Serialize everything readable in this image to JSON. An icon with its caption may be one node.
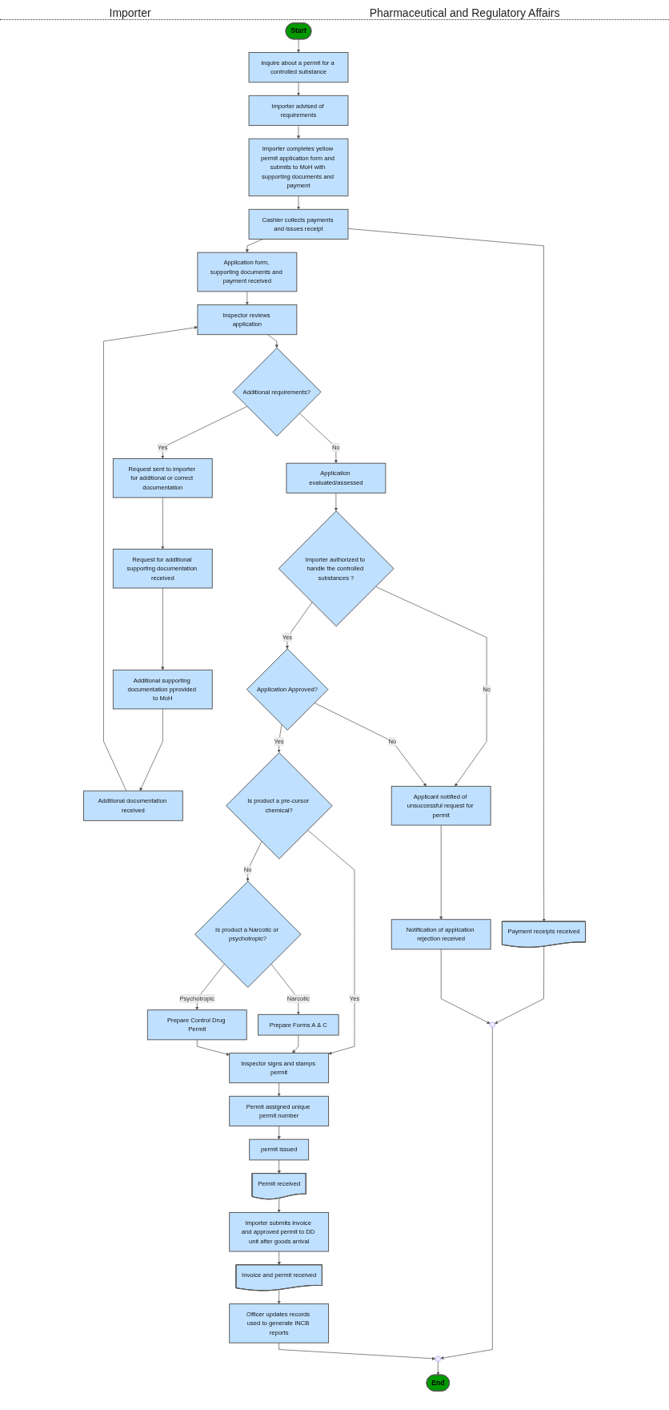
{
  "diagram": {
    "nodes": [
      {
        "text": [
          "Start"
        ]
      },
      {
        "text": [
          "Inquire about a permit for a controlled substance"
        ]
      },
      {
        "text": [
          "Importer advised of requirements"
        ]
      },
      {
        "text": [
          "Importer completes yellow permit application form and submits to MoH with supporting documents and payment"
        ]
      },
      {
        "text": [
          "Cashier collects payments and issues receipt"
        ]
      },
      {
        "text": [
          "Application form, supporting documents and payment received"
        ]
      },
      {
        "text": [
          "Payment receipts received"
        ]
      },
      {
        "text": [
          "Additional supporting documentation pprovided to MoH"
        ]
      },
      {
        "text": [
          "Additional documentation received"
        ]
      },
      {
        "text": [
          "Inspector reviews application"
        ]
      },
      {
        "text": [
          "Request for additional supporting documentation received"
        ]
      },
      {
        "text": [
          "Request sent to importer for additional or correct documentation"
        ]
      },
      {
        "text": [
          "Additional requirements?"
        ]
      },
      {
        "text": [
          "Application evaluated/assessed"
        ]
      },
      {
        "text": [],
        "shape": "circle"
      },
      {
        "text": [
          "Notification of application rejection received"
        ]
      },
      {
        "text": [
          "Applicant notified of unsuccessful request for permit"
        ]
      },
      {
        "text": [
          "Importer authorized to handle the controlled substances ?"
        ]
      },
      {
        "text": [
          "Application Approved?"
        ]
      },
      {
        "text": [
          "Prepare Forms A & C"
        ]
      },
      {
        "text": [
          "Is product a Narcotic or psychotropic?"
        ]
      },
      {
        "text": [
          "Is product a pre-cursor chemical?"
        ]
      },
      {
        "text": [
          "Prepare Control Drug Permit"
        ]
      },
      {
        "text": [
          "Inspector signs and stamps permit"
        ]
      },
      {
        "text": [
          "Permit received"
        ]
      },
      {
        "text": [
          "permit issued"
        ]
      },
      {
        "text": [
          "Permit assigned unique permit number"
        ]
      },
      {
        "text": [
          "Importer submits invoice and approved permit to DD unit after goods arrival"
        ]
      },
      {
        "text": [
          "Invoice and permit received"
        ]
      },
      {
        "text": [
          "Officer updates records used to generate INCB reports"
        ]
      },
      {
        "text": [],
        "shape": "circle"
      },
      {
        "text": [
          "End"
        ]
      }
    ],
    "edges": [
      {
        "from": 0,
        "to": 1,
        "arrow": "to"
      },
      {
        "from": 1,
        "to": 2,
        "arrow": "to"
      },
      {
        "from": 2,
        "to": 3,
        "arrow": "to"
      },
      {
        "from": 3,
        "to": 4,
        "arrow": "to"
      },
      {
        "from": 4,
        "to": 5,
        "arrow": "to"
      },
      {
        "from": 4,
        "to": 6,
        "arrow": "to"
      },
      {
        "from": 5,
        "to": 9,
        "arrow": "to"
      },
      {
        "from": 6,
        "to": 14,
        "arrow": "to"
      },
      {
        "from": 7,
        "to": 8,
        "arrow": "to"
      },
      {
        "from": 8,
        "to": 9,
        "arrow": "to"
      },
      {
        "from": 9,
        "to": 12,
        "arrow": "to"
      },
      {
        "from": 12,
        "to": 11,
        "arrow": "to",
        "label": "Yes"
      },
      {
        "from": 12,
        "to": 13,
        "arrow": "to",
        "label": "No"
      },
      {
        "from": 11,
        "to": 10,
        "arrow": "to"
      },
      {
        "from": 10,
        "to": 7,
        "arrow": "to"
      },
      {
        "from": 13,
        "to": 17,
        "arrow": "to"
      },
      {
        "from": 17,
        "to": 16,
        "arrow": "to",
        "label": "No"
      },
      {
        "from": 17,
        "to": 18,
        "arrow": "to",
        "label": "Yes"
      },
      {
        "from": 18,
        "to": 16,
        "arrow": "to",
        "label": "No"
      },
      {
        "from": 18,
        "to": 21,
        "arrow": "to",
        "label": "Yes"
      },
      {
        "from": 16,
        "to": 15,
        "arrow": "to"
      },
      {
        "from": 15,
        "to": 14,
        "arrow": "to"
      },
      {
        "from": 14,
        "to": 30,
        "arrow": "to"
      },
      {
        "from": 21,
        "to": 20,
        "arrow": "to",
        "label": "No"
      },
      {
        "from": 21,
        "to": 23,
        "arrow": "to",
        "label": "Yes"
      },
      {
        "from": 20,
        "to": 19,
        "arrow": "to",
        "label": "Narcotic"
      },
      {
        "from": 20,
        "to": 22,
        "arrow": "to",
        "label": "Psychotropic"
      },
      {
        "from": 19,
        "to": 23,
        "arrow": "to"
      },
      {
        "from": 22,
        "to": 23,
        "arrow": "to"
      },
      {
        "from": 23,
        "to": 26,
        "arrow": "to"
      },
      {
        "from": 26,
        "to": 25,
        "arrow": "to"
      },
      {
        "from": 25,
        "to": 24,
        "arrow": "to"
      },
      {
        "from": 24,
        "to": 27,
        "arrow": "to"
      },
      {
        "from": 27,
        "to": 28,
        "arrow": "to"
      },
      {
        "from": 28,
        "to": 29,
        "arrow": "to"
      },
      {
        "from": 29,
        "to": 30,
        "arrow": "to"
      },
      {
        "from": 30,
        "to": 31,
        "arrow": "to"
      }
    ],
    "labels": [
      "Importer",
      "Pharmaceutical and Regulatory Affairs"
    ]
  }
}
